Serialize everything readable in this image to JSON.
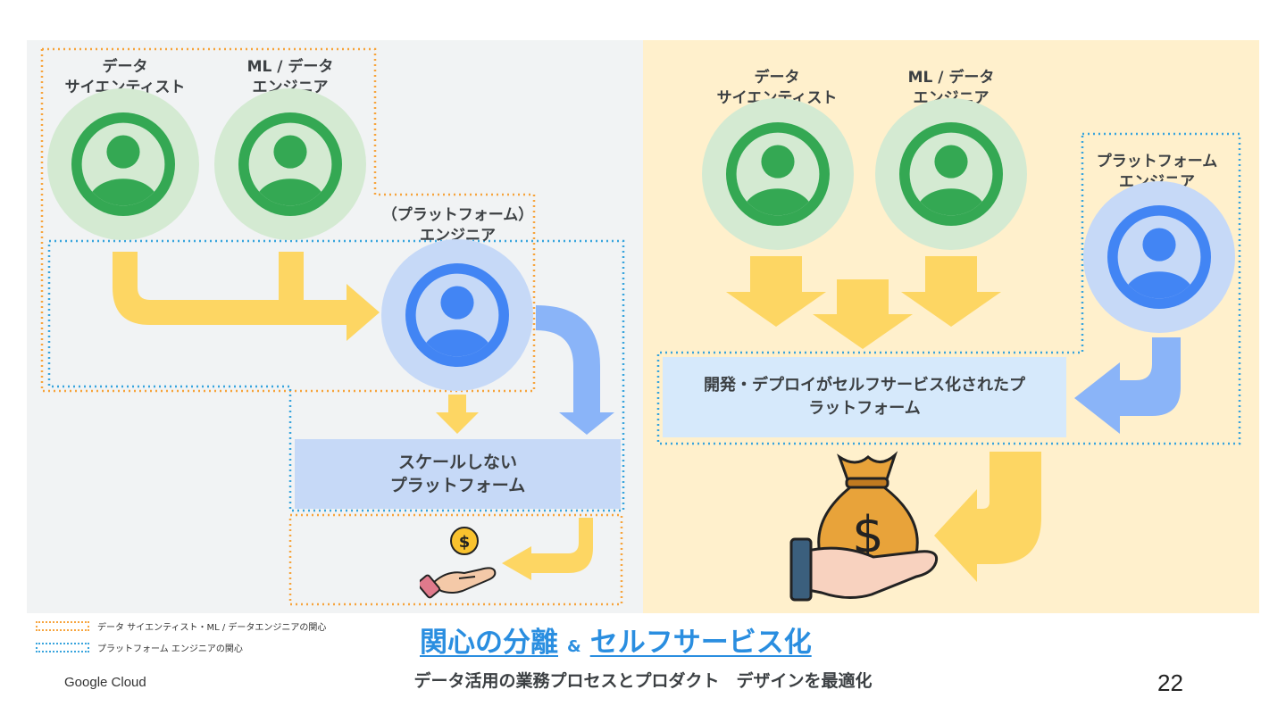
{
  "slide": {
    "page_number": "22",
    "footer_brand": "Google Cloud"
  },
  "left": {
    "role_data_scientist": "データ\nサイエンティスト",
    "role_ml_engineer": "ML / データ\nエンジニア",
    "role_platform_engineer": "（プラットフォーム）\nエンジニア",
    "box_label": "スケールしない\nプラットフォーム"
  },
  "right": {
    "role_data_scientist": "データ\nサイエンティスト",
    "role_ml_engineer": "ML / データ\nエンジニア",
    "role_platform_engineer": "プラットフォーム\nエンジニア",
    "box_label": "開発・デプロイがセルフサービス化されたプ\nラットフォーム"
  },
  "legend": {
    "orange_label": "データ サイエンティスト・ML / データエンジニアの関心",
    "blue_label": "プラットフォーム エンジニアの関心"
  },
  "title": {
    "part1": "関心の分離",
    "amp": "&",
    "part2": "セルフサービス化",
    "subtitle": "データ活用の業務プロセスとプロダクト　デザインを最適化"
  },
  "colors": {
    "green": "#34a853",
    "green_light": "#d4ead2",
    "blue": "#4285f4",
    "blue_light": "#c6d9f7",
    "yellow_arrow": "#fdd663",
    "blue_arrow": "#8ab4f8",
    "link_blue": "#2a8ee0",
    "orange_dotted": "#f7a43c",
    "blue_dotted": "#38a4dd"
  }
}
